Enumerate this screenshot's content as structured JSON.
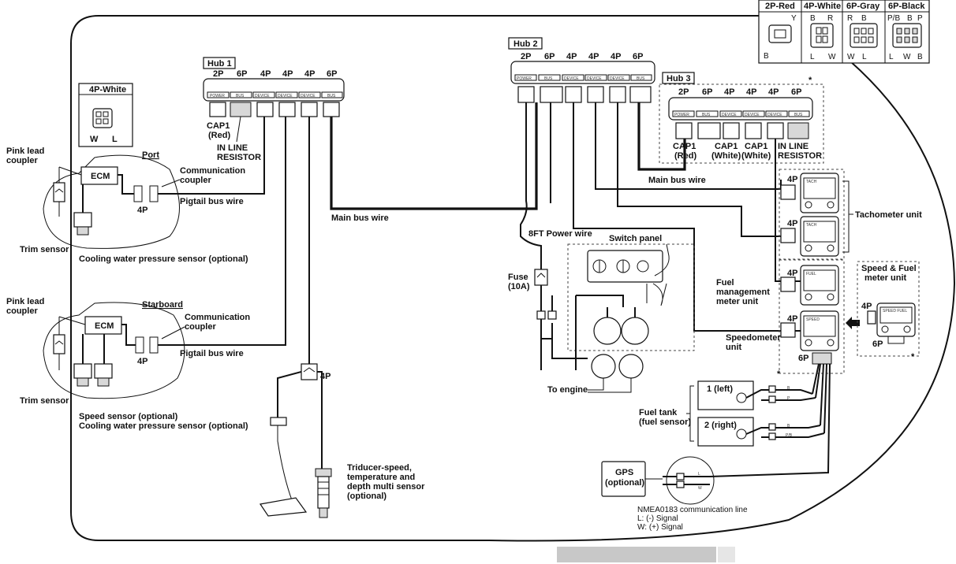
{
  "legend": {
    "connectors": [
      {
        "title": "2P-Red",
        "pins_top": [
          "",
          "Y"
        ],
        "pins_bottom": [
          "B",
          ""
        ]
      },
      {
        "title": "4P-White",
        "pins_top": [
          "B",
          "R"
        ],
        "pins_bottom": [
          "L",
          "W"
        ]
      },
      {
        "title": "6P-Gray",
        "pins_top": [
          "R",
          "B"
        ],
        "pins_bottom": [
          "W",
          "L"
        ]
      },
      {
        "title": "6P-Black",
        "pins_top": [
          "P/B",
          "B",
          "P"
        ],
        "pins_bottom": [
          "L",
          "W",
          "B"
        ]
      }
    ]
  },
  "inset_4p_white": {
    "title": "4P-White",
    "pin_left": "W",
    "pin_right": "L"
  },
  "hubs": [
    {
      "title": "Hub 1",
      "port_sizes": [
        "2P",
        "6P",
        "4P",
        "4P",
        "4P",
        "6P"
      ],
      "port_names": [
        "POWER",
        "BUS",
        "DEVICE",
        "DEVICE",
        "DEVICE",
        "BUS"
      ],
      "caps": [
        "CAP1",
        "(Red)"
      ],
      "resistor": [
        "IN LINE",
        "RESISTOR"
      ]
    },
    {
      "title": "Hub 2",
      "port_sizes": [
        "2P",
        "6P",
        "4P",
        "4P",
        "4P",
        "6P"
      ],
      "port_names": [
        "POWER",
        "BUS",
        "DEVICE",
        "DEVICE",
        "DEVICE",
        "BUS"
      ]
    },
    {
      "title": "Hub 3",
      "port_sizes": [
        "2P",
        "6P",
        "4P",
        "4P",
        "4P",
        "6P"
      ],
      "port_names": [
        "POWER",
        "BUS",
        "DEVICE",
        "DEVICE",
        "DEVICE",
        "BUS"
      ],
      "cap_red": [
        "CAP1",
        "(Red)"
      ],
      "cap_white_1": [
        "CAP1",
        "(White)"
      ],
      "cap_white_2": [
        "CAP1",
        "(White)"
      ],
      "resistor": [
        "IN LINE",
        "RESISTOR"
      ]
    }
  ],
  "port": {
    "side_label": "Port",
    "pink_lead": [
      "Pink lead",
      "coupler"
    ],
    "ecm": "ECM",
    "comm_coupler": [
      "Communication",
      "coupler"
    ],
    "connector_4p": "4P",
    "pigtail": "Pigtail bus wire",
    "trim_sensor": "Trim sensor",
    "cooling_sensor": "Cooling water pressure sensor (optional)"
  },
  "starboard": {
    "side_label": "Starboard",
    "pink_lead": [
      "Pink lead",
      "coupler"
    ],
    "ecm": "ECM",
    "comm_coupler": [
      "Communication",
      "coupler"
    ],
    "connector_4p": "4P",
    "pigtail": "Pigtail bus wire",
    "trim_sensor": "Trim sensor",
    "speed_sensor": "Speed sensor (optional)",
    "cooling_sensor": "Cooling water pressure sensor (optional)"
  },
  "main_bus_wire_1": "Main bus wire",
  "main_bus_wire_2": "Main bus wire",
  "power_wire": "8FT Power wire",
  "fuse": [
    "Fuse",
    "(10A)"
  ],
  "switch_panel": "Switch panel",
  "to_engine": "To engine",
  "tri_4p": "4P",
  "triducer": [
    "Triducer-speed,",
    "temperature and",
    "depth multi sensor",
    "(optional)"
  ],
  "meters": {
    "tachometer": "Tachometer unit",
    "fuel_mgmt": [
      "Fuel",
      "management",
      "meter unit"
    ],
    "speedometer": [
      "Speedometer",
      "unit"
    ],
    "speed_fuel": [
      "Speed & Fuel",
      "meter unit"
    ],
    "speed_fuel_4p": "4P",
    "speed_fuel_6p": "6P",
    "meter_4p": [
      "4P",
      "4P",
      "4P",
      "4P"
    ],
    "meter_6p": "6P",
    "screen_labels": [
      "TACH",
      "TACH",
      "FUEL",
      "SPEED",
      "SPEED FUEL"
    ]
  },
  "fuel_tank": {
    "label": [
      "Fuel tank",
      "(fuel sensor)"
    ],
    "tank1": "1 (left)",
    "tank2": "2 (right)",
    "wire_codes": [
      "B",
      "P",
      "B",
      "P/B"
    ]
  },
  "gps": {
    "label": [
      "GPS",
      "(optional)"
    ],
    "wire_codes": [
      "L",
      "W"
    ],
    "nmea": [
      "NMEA0183 communication line",
      "L: (-) Signal",
      "W: (+) Signal"
    ]
  },
  "asterisk": "*"
}
